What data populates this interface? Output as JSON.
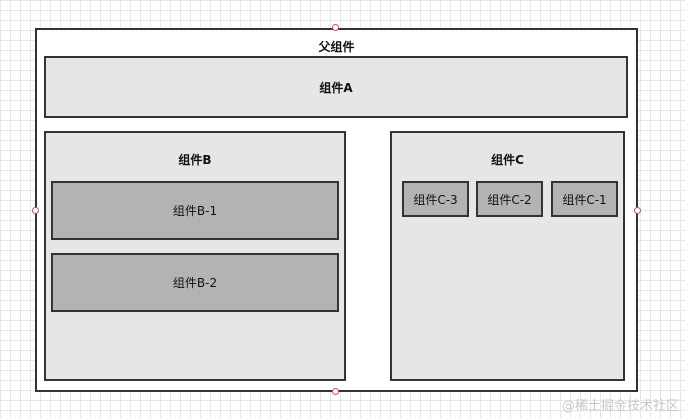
{
  "parent": {
    "label": "父组件"
  },
  "component_a": {
    "label": "组件A"
  },
  "component_b": {
    "label": "组件B",
    "children": [
      {
        "label": "组件B-1"
      },
      {
        "label": "组件B-2"
      }
    ]
  },
  "component_c": {
    "label": "组件C",
    "children": [
      {
        "label": "组件C-3"
      },
      {
        "label": "组件C-2"
      },
      {
        "label": "组件C-1"
      }
    ]
  },
  "watermark": "@稀土掘金技术社区",
  "colors": {
    "border": "#333333",
    "light_fill": "#e6e6e6",
    "dark_fill": "#b3b3b3",
    "handle": "#c0506c",
    "grid": "#e6e6e6"
  }
}
